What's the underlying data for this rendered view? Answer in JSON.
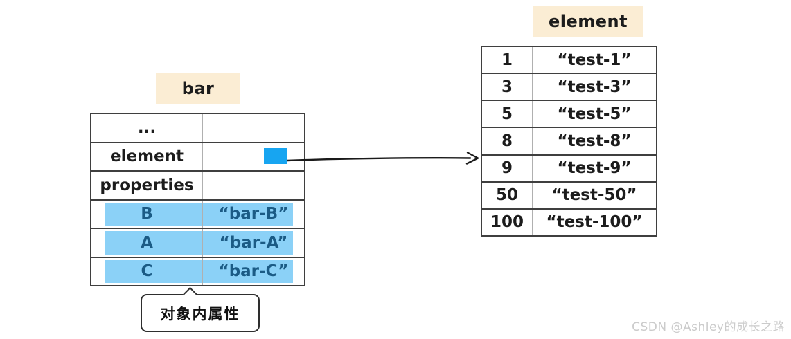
{
  "diagram": {
    "bar_label": "bar",
    "element_label": "element",
    "callout_text": "对象内属性",
    "watermark": "CSDN @Ashley的成长之路",
    "colors": {
      "label_bg": "#FBEDD4",
      "row_highlight": "#8BD1F7",
      "pointer_square": "#17A5F1",
      "highlight_text": "#1B5B85",
      "table_border": "#3F3F3F",
      "column_divider": "#B0B0B0",
      "watermark_text": "#CBCBCB"
    }
  },
  "bar_table": {
    "rows": [
      {
        "key": "...",
        "value": "",
        "highlighted": false
      },
      {
        "key": "element",
        "value": "",
        "highlighted": false,
        "has_pointer": true
      },
      {
        "key": "properties",
        "value": "",
        "highlighted": false
      },
      {
        "key": "B",
        "value": "“bar-B”",
        "highlighted": true
      },
      {
        "key": "A",
        "value": "“bar-A”",
        "highlighted": true
      },
      {
        "key": "C",
        "value": "“bar-C”",
        "highlighted": true
      }
    ]
  },
  "element_table": {
    "rows": [
      {
        "key": "1",
        "value": "“test-1”"
      },
      {
        "key": "3",
        "value": "“test-3”"
      },
      {
        "key": "5",
        "value": "“test-5”"
      },
      {
        "key": "8",
        "value": "“test-8”"
      },
      {
        "key": "9",
        "value": "“test-9”"
      },
      {
        "key": "50",
        "value": "“test-50”"
      },
      {
        "key": "100",
        "value": "“test-100”"
      }
    ]
  }
}
